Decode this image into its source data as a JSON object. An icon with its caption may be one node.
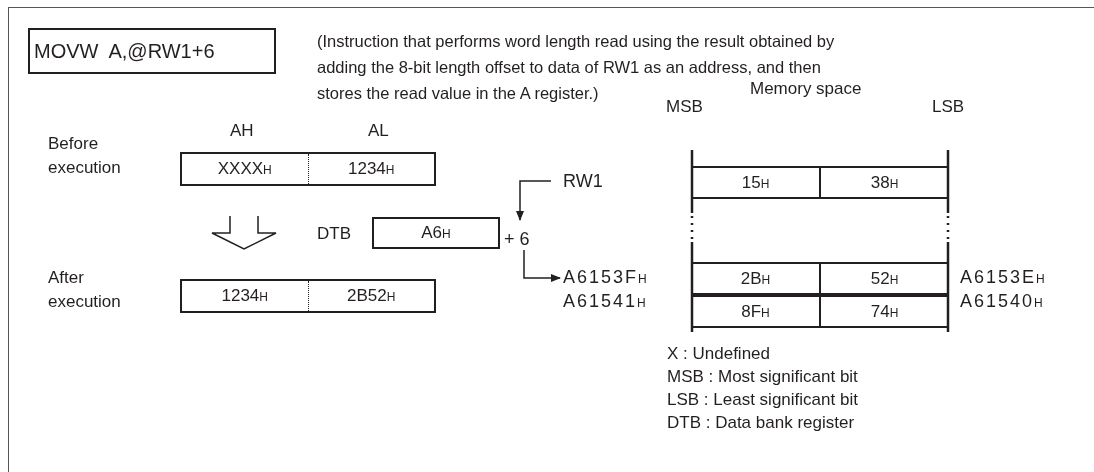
{
  "diagram": {
    "nodes": [
      {
        "text": [
          "MOVW  A,@RW1+6"
        ]
      },
      {
        "text": [
          "XXXX$_{H}$",
          "1234$_{H}$"
        ]
      },
      {
        "text": [
          "RW1"
        ]
      },
      {
        "text": [
          "15$_{H}$",
          "38$_{H}$"
        ]
      },
      {
        "text": [
          "A6$_{H}$"
        ],
        "beside": [
          "DTB"
        ]
      },
      {
        "text": [
          "+ 6"
        ]
      },
      {
        "text": [
          "1234$_{H}$",
          "2B52$_{H}$"
        ]
      },
      {
        "text": [
          "A6153F$_{H}$"
        ]
      },
      {
        "text": [
          "2B$_{H}$",
          "52$_{H}$"
        ]
      },
      {
        "text": [
          "8F$_{H}$",
          "74$_{H}$"
        ]
      }
    ],
    "edges": [
      {
        "from": 1,
        "to": 6,
        "arrow": "to",
        "style": "thick"
      },
      {
        "from": 2,
        "to": 5,
        "arrow": "to"
      },
      {
        "from": 5,
        "to": 7,
        "arrow": "to"
      }
    ],
    "labels": [
      "(Instruction that performs word length read using the result obtained by adding the 8-bit length offset to data of RW1 as an address, and then stores the read value in the A register.)",
      "Memory space",
      "MSB",
      "LSB",
      "AH",
      "AL",
      "Before execution",
      "A6153E$_{H}$",
      "After execution",
      "A61541$_{H}$",
      "A61540$_{H}$",
      "X : Undefined",
      "MSB : Most significant bit",
      "LSB : Least significant bit",
      "DTB : Data bank register"
    ]
  }
}
